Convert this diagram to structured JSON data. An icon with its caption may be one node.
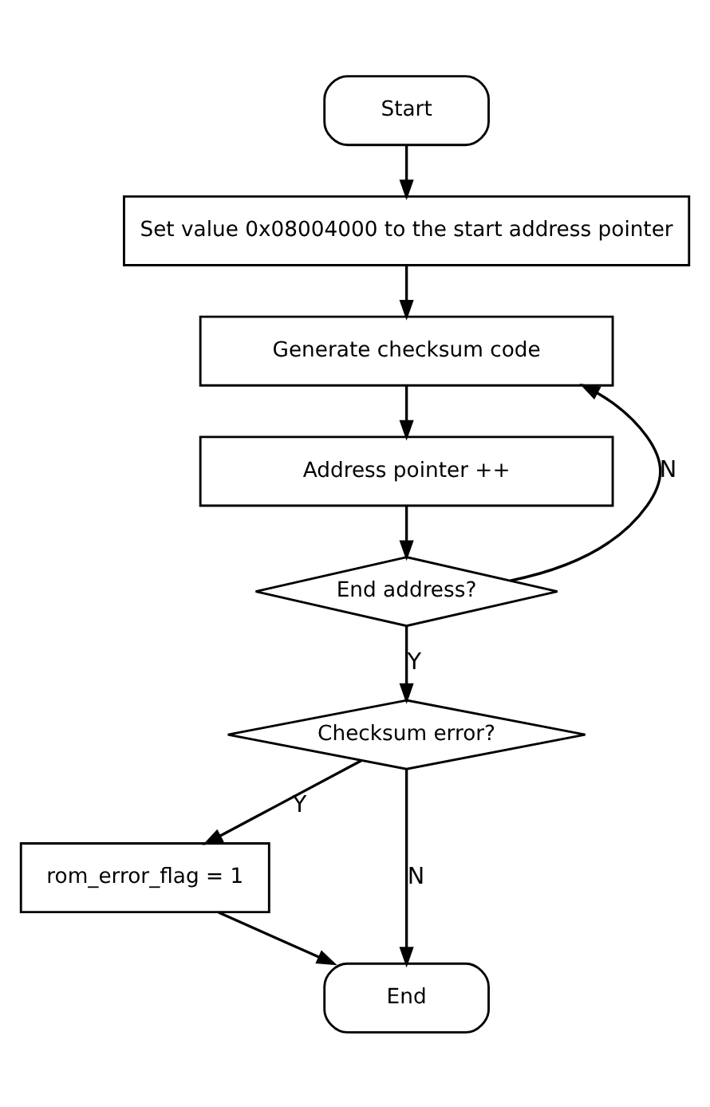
{
  "diagram": {
    "nodes": [
      {
        "text": [
          "Start"
        ]
      },
      {
        "text": [
          "Set value 0x08004000 to the start address pointer"
        ]
      },
      {
        "text": [
          "Generate checksum code"
        ]
      },
      {
        "text": [
          "Address pointer ++"
        ]
      },
      {
        "text": [
          "End address?"
        ]
      },
      {
        "text": [
          "Checksum error?"
        ]
      },
      {
        "text": [
          "rom_error_flag = 1"
        ]
      },
      {
        "text": [
          "End"
        ]
      }
    ],
    "edges": [
      {
        "from": 0,
        "to": 1,
        "arrow": "to"
      },
      {
        "from": 1,
        "to": 2,
        "arrow": "to"
      },
      {
        "from": 2,
        "to": 3,
        "arrow": "to"
      },
      {
        "from": 3,
        "to": 4,
        "arrow": "to"
      },
      {
        "from": 4,
        "to": 2,
        "arrow": "to",
        "label": "N"
      },
      {
        "from": 4,
        "to": 5,
        "arrow": "to",
        "label": "Y"
      },
      {
        "from": 5,
        "to": 6,
        "arrow": "to",
        "label": "Y"
      },
      {
        "from": 5,
        "to": 7,
        "arrow": "to",
        "label": "N"
      },
      {
        "from": 6,
        "to": 7,
        "arrow": "to"
      }
    ]
  }
}
